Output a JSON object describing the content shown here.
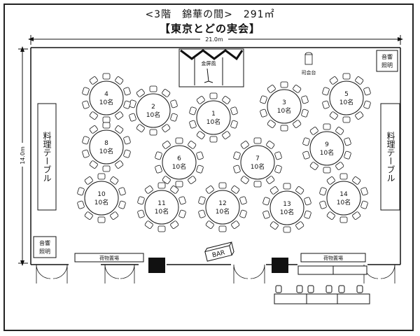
{
  "header": {
    "title": "<3階　錦華の間>　291㎡",
    "subtitle": "【東京とどの実会】"
  },
  "dimensions": {
    "width": "21.0m",
    "height": "14.0m"
  },
  "stage": {
    "label": "金屏風"
  },
  "podium": {
    "label": "司会台"
  },
  "sound": {
    "line1": "音響",
    "line2": "照明"
  },
  "buffet": {
    "label": "料理テーブル"
  },
  "luggage": {
    "label": "荷物置場"
  },
  "bar": {
    "label": "BAR"
  },
  "tables": [
    {
      "number": "1",
      "capacity": "10名"
    },
    {
      "number": "2",
      "capacity": "10名"
    },
    {
      "number": "3",
      "capacity": "10名"
    },
    {
      "number": "4",
      "capacity": "10名"
    },
    {
      "number": "5",
      "capacity": "10名"
    },
    {
      "number": "6",
      "capacity": "10名"
    },
    {
      "number": "7",
      "capacity": "10名"
    },
    {
      "number": "8",
      "capacity": "10名"
    },
    {
      "number": "9",
      "capacity": "10名"
    },
    {
      "number": "10",
      "capacity": "10名"
    },
    {
      "number": "11",
      "capacity": "10名"
    },
    {
      "number": "12",
      "capacity": "10名"
    },
    {
      "number": "13",
      "capacity": "10名"
    },
    {
      "number": "14",
      "capacity": "10名"
    }
  ]
}
